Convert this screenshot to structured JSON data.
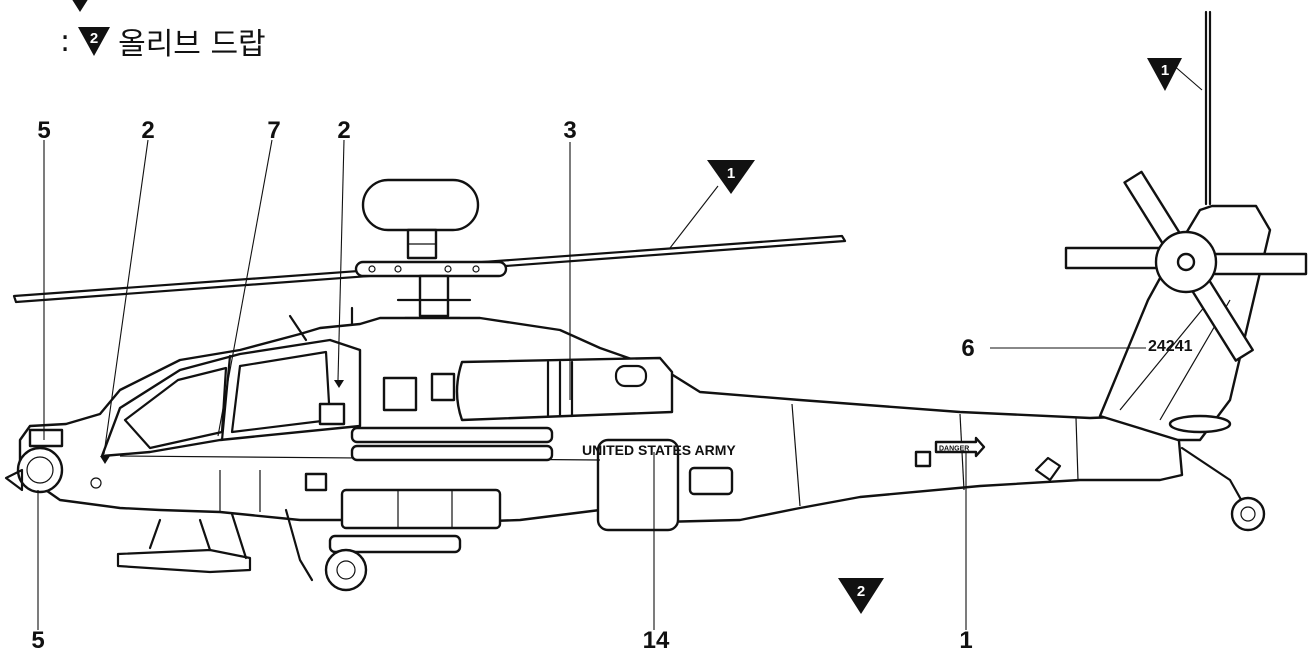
{
  "legend": {
    "separator": ":",
    "marker_number": "2",
    "text": "올리브 드랍"
  },
  "drop_markers": [
    "1",
    "1",
    "2"
  ],
  "part_labels": [
    "5",
    "2",
    "7",
    "2",
    "3",
    "6",
    "5",
    "14",
    "1"
  ],
  "stencils": {
    "fuselage": "UNITED STATES ARMY",
    "serial": "24241",
    "danger": "DANGER"
  },
  "colors": {
    "ink": "#111111",
    "paper": "#ffffff"
  }
}
